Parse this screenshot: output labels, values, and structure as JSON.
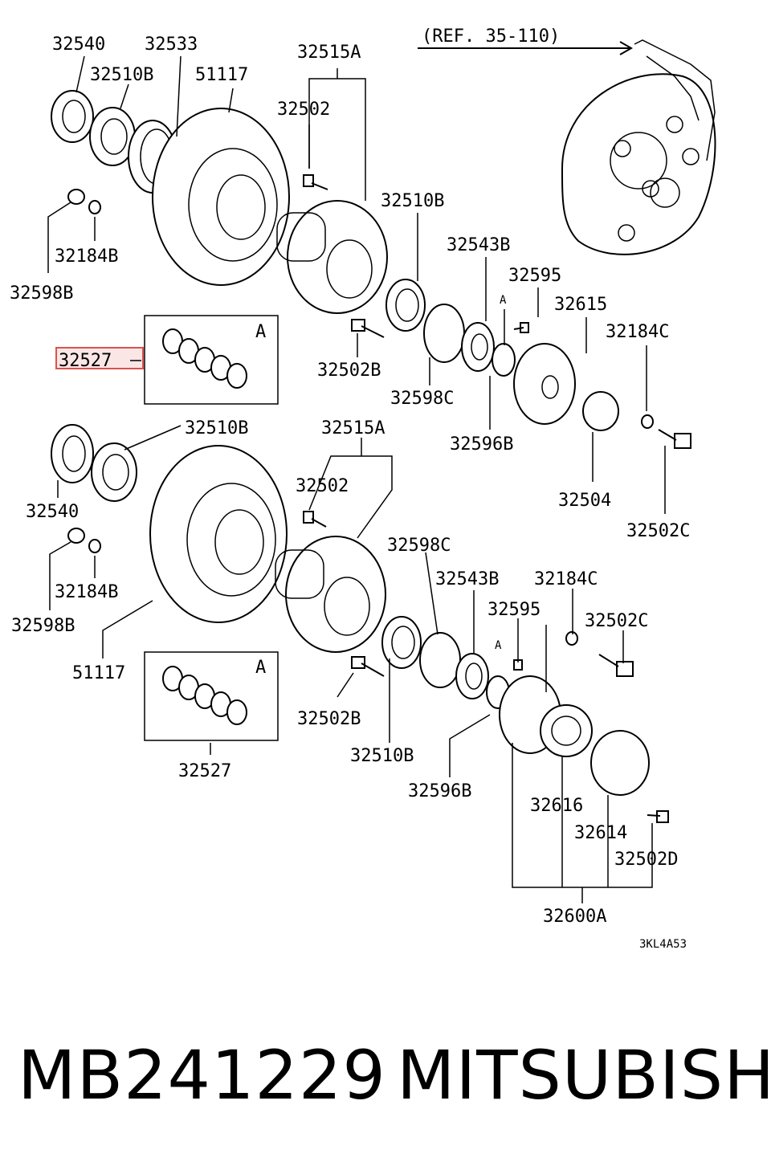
{
  "diagram": {
    "reference": "(REF. 35-110)",
    "drawing_code": "3KL4A53",
    "kit_marker": "A",
    "highlight_color": "#d9534f",
    "labels": {
      "t_32540": "32540",
      "t_32533": "32533",
      "t_32510b": "32510B",
      "t_51117": "51117",
      "t_32515a": "32515A",
      "t_32502": "32502",
      "t_32184b": "32184B",
      "t_32598b": "32598B",
      "t_32510b_2": "32510B",
      "t_32543b": "32543B",
      "t_32595": "32595",
      "t_32615": "32615",
      "t_32184c": "32184C",
      "t_32527_hl": "32527",
      "t_32502b": "32502B",
      "t_32598c": "32598C",
      "t_32596b": "32596B",
      "t_32504": "32504",
      "t_32502c": "32502C",
      "b_32510b": "32510B",
      "b_32515a": "32515A",
      "b_32502": "32502",
      "b_32540": "32540",
      "b_32598c": "32598C",
      "b_32184b": "32184B",
      "b_32543b": "32543B",
      "b_32184c": "32184C",
      "b_32598b": "32598B",
      "b_32595": "32595",
      "b_32502c": "32502C",
      "b_51117": "51117",
      "b_32502b": "32502B",
      "b_32510b_2": "32510B",
      "b_32527": "32527",
      "b_32596b": "32596B",
      "b_32616": "32616",
      "b_32614": "32614",
      "b_32502d": "32502D",
      "b_32600a": "32600A"
    }
  },
  "footer": {
    "part_number": "MB241229",
    "brand": "MITSUBISHI"
  }
}
